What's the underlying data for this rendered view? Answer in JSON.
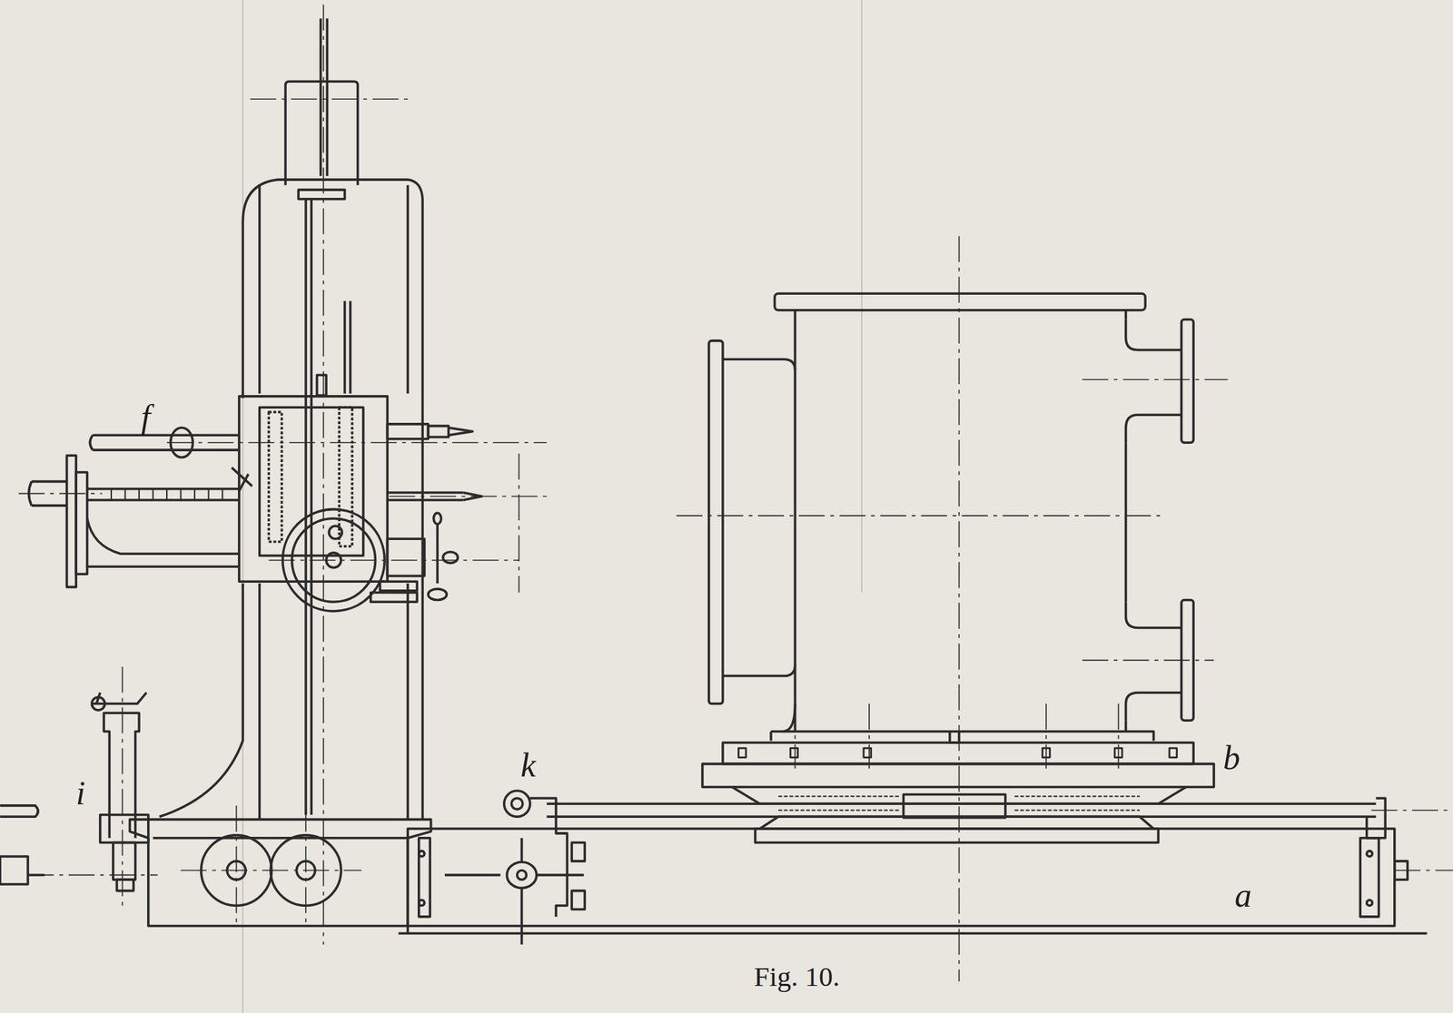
{
  "diagram": {
    "caption": "Fig. 10.",
    "labels": [
      "f",
      "i",
      "k",
      "b",
      "a"
    ]
  }
}
